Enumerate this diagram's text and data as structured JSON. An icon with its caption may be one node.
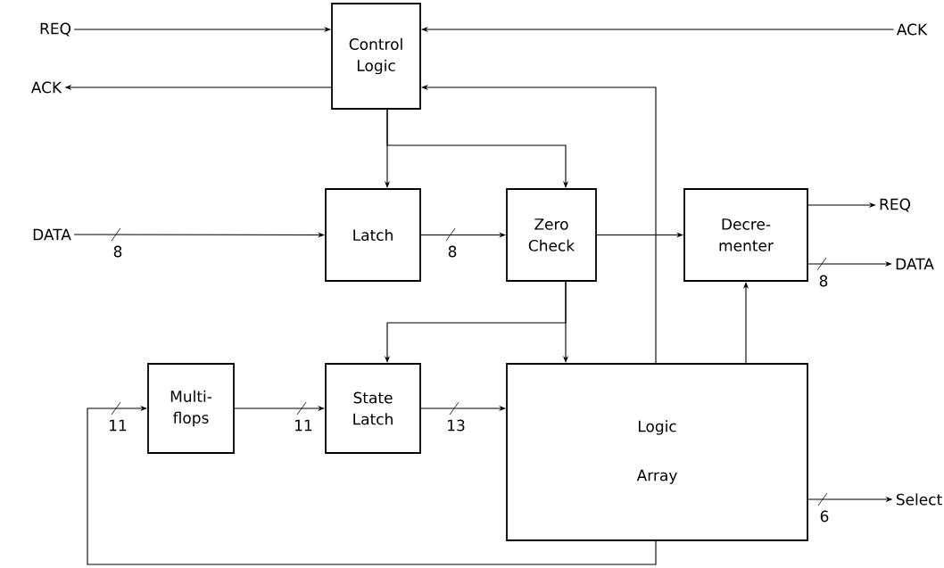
{
  "diagram": {
    "nodes": [
      {
        "text": [
          "Control Logic"
        ]
      },
      {
        "text": [
          "Latch"
        ]
      },
      {
        "text": [
          "Zero Check"
        ]
      },
      {
        "text": [
          "Decre- menter"
        ]
      },
      {
        "text": [
          "Multi- flops"
        ]
      },
      {
        "text": [
          "State Latch"
        ]
      },
      {
        "text": [
          "Logic Array"
        ]
      },
      {
        "text": [
          "REQ"
        ]
      },
      {
        "text": [
          "ACK"
        ]
      },
      {
        "text": [
          "DATA"
        ]
      },
      {
        "text": [
          "ACK"
        ]
      },
      {
        "text": [
          "REQ"
        ]
      },
      {
        "text": [
          "DATA"
        ]
      },
      {
        "text": [
          "Select"
        ]
      }
    ],
    "edges": [
      {
        "from": 7,
        "to": 0,
        "arrow": "to"
      },
      {
        "from": 10,
        "to": 0,
        "arrow": "to"
      },
      {
        "from": 0,
        "to": 8,
        "arrow": "to"
      },
      {
        "from": 0,
        "to": 1,
        "arrow": "to"
      },
      {
        "from": 0,
        "to": 2,
        "arrow": "to"
      },
      {
        "from": 9,
        "to": 1,
        "arrow": "to",
        "label": "8"
      },
      {
        "from": 1,
        "to": 2,
        "arrow": "to",
        "label": "8"
      },
      {
        "from": 2,
        "to": 3,
        "arrow": "to"
      },
      {
        "from": 2,
        "to": 5,
        "arrow": "to"
      },
      {
        "from": 2,
        "to": 6,
        "arrow": "to"
      },
      {
        "from": 3,
        "to": 11,
        "arrow": "to"
      },
      {
        "from": 3,
        "to": 12,
        "arrow": "to",
        "label": "8"
      },
      {
        "from": 6,
        "to": 3,
        "arrow": "to"
      },
      {
        "from": 6,
        "to": 0,
        "arrow": "to"
      },
      {
        "from": 4,
        "to": 5,
        "arrow": "to",
        "label": "11"
      },
      {
        "from": 5,
        "to": 6,
        "arrow": "to",
        "label": "13"
      },
      {
        "from": 6,
        "to": 13,
        "arrow": "to",
        "label": "6"
      },
      {
        "from": 6,
        "to": 4,
        "arrow": "to",
        "label": "11"
      }
    ]
  }
}
